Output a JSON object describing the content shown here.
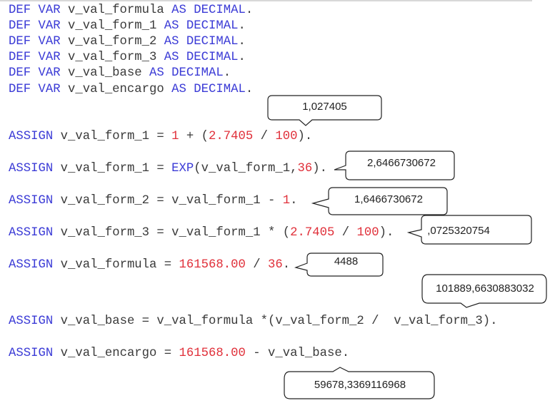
{
  "editor": {
    "colors": {
      "keyword": "#3b3bd6",
      "number": "#e0303a",
      "text": "#3a3a3a"
    },
    "lines": [
      {
        "tokens": [
          {
            "t": "kw",
            "v": "DEF VAR"
          },
          {
            "t": "plain",
            "v": " v_val_formula "
          },
          {
            "t": "kw",
            "v": "AS DECIMAL"
          },
          {
            "t": "plain",
            "v": "."
          }
        ]
      },
      {
        "tokens": [
          {
            "t": "kw",
            "v": "DEF VAR"
          },
          {
            "t": "plain",
            "v": " v_val_form_1 "
          },
          {
            "t": "kw",
            "v": "AS DECIMAL"
          },
          {
            "t": "plain",
            "v": "."
          }
        ]
      },
      {
        "tokens": [
          {
            "t": "kw",
            "v": "DEF VAR"
          },
          {
            "t": "plain",
            "v": " v_val_form_2 "
          },
          {
            "t": "kw",
            "v": "AS DECIMAL"
          },
          {
            "t": "plain",
            "v": "."
          }
        ]
      },
      {
        "tokens": [
          {
            "t": "kw",
            "v": "DEF VAR"
          },
          {
            "t": "plain",
            "v": " v_val_form_3 "
          },
          {
            "t": "kw",
            "v": "AS DECIMAL"
          },
          {
            "t": "plain",
            "v": "."
          }
        ]
      },
      {
        "tokens": [
          {
            "t": "kw",
            "v": "DEF VAR"
          },
          {
            "t": "plain",
            "v": " v_val_base "
          },
          {
            "t": "kw",
            "v": "AS DECIMAL"
          },
          {
            "t": "plain",
            "v": "."
          }
        ]
      },
      {
        "tokens": [
          {
            "t": "kw",
            "v": "DEF VAR"
          },
          {
            "t": "plain",
            "v": " v_val_encargo "
          },
          {
            "t": "kw",
            "v": "AS DECIMAL"
          },
          {
            "t": "plain",
            "v": "."
          }
        ]
      },
      {
        "tokens": [
          {
            "t": "kw",
            "v": "ASSIGN"
          },
          {
            "t": "plain",
            "v": " v_val_form_1 = "
          },
          {
            "t": "num",
            "v": "1"
          },
          {
            "t": "plain",
            "v": " + ("
          },
          {
            "t": "num",
            "v": "2.7405"
          },
          {
            "t": "plain",
            "v": " / "
          },
          {
            "t": "num",
            "v": "100"
          },
          {
            "t": "plain",
            "v": ")."
          }
        ]
      },
      {
        "tokens": [
          {
            "t": "kw",
            "v": "ASSIGN"
          },
          {
            "t": "plain",
            "v": " v_val_form_1 = "
          },
          {
            "t": "kw",
            "v": "EXP"
          },
          {
            "t": "plain",
            "v": "(v_val_form_1,"
          },
          {
            "t": "num",
            "v": "36"
          },
          {
            "t": "plain",
            "v": ")."
          }
        ]
      },
      {
        "tokens": [
          {
            "t": "kw",
            "v": "ASSIGN"
          },
          {
            "t": "plain",
            "v": " v_val_form_2 = v_val_form_1 - "
          },
          {
            "t": "num",
            "v": "1"
          },
          {
            "t": "plain",
            "v": "."
          }
        ]
      },
      {
        "tokens": [
          {
            "t": "kw",
            "v": "ASSIGN"
          },
          {
            "t": "plain",
            "v": " v_val_form_3 = v_val_form_1 * ("
          },
          {
            "t": "num",
            "v": "2.7405"
          },
          {
            "t": "plain",
            "v": " / "
          },
          {
            "t": "num",
            "v": "100"
          },
          {
            "t": "plain",
            "v": ")."
          }
        ]
      },
      {
        "tokens": [
          {
            "t": "kw",
            "v": "ASSIGN"
          },
          {
            "t": "plain",
            "v": " v_val_formula = "
          },
          {
            "t": "num",
            "v": "161568.00"
          },
          {
            "t": "plain",
            "v": " / "
          },
          {
            "t": "num",
            "v": "36"
          },
          {
            "t": "plain",
            "v": "."
          }
        ]
      },
      {
        "tokens": [
          {
            "t": "kw",
            "v": "ASSIGN"
          },
          {
            "t": "plain",
            "v": " v_val_base = v_val_formula *(v_val_form_2 /  v_val_form_3)."
          }
        ]
      },
      {
        "tokens": [
          {
            "t": "kw",
            "v": "ASSIGN"
          },
          {
            "t": "plain",
            "v": " v_val_encargo = "
          },
          {
            "t": "num",
            "v": "161568.00"
          },
          {
            "t": "plain",
            "v": " - v_val_base."
          }
        ]
      }
    ]
  },
  "callouts": [
    {
      "id": "form1-initial",
      "value": "1,027405"
    },
    {
      "id": "form1-exp",
      "value": "2,6466730672"
    },
    {
      "id": "form2",
      "value": "1,6466730672"
    },
    {
      "id": "form3",
      "value": ",0725320754"
    },
    {
      "id": "formula",
      "value": "4488"
    },
    {
      "id": "base",
      "value": "101889,6630883032"
    },
    {
      "id": "encargo",
      "value": "59678,3369116968"
    }
  ]
}
